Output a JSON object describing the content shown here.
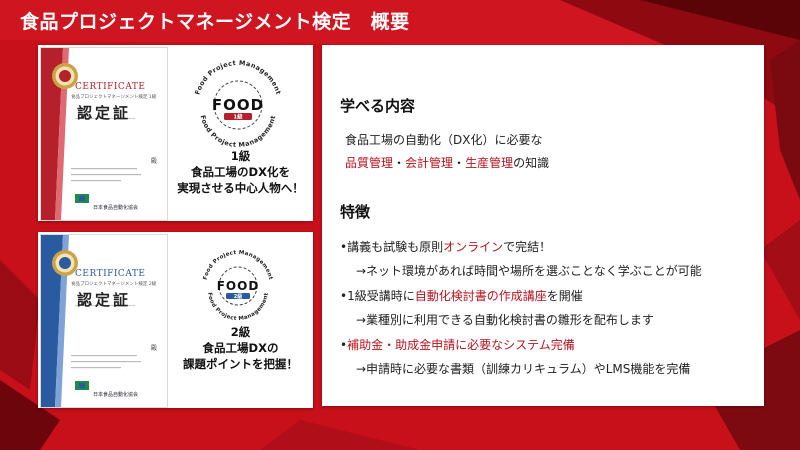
{
  "page": {
    "title": "食品プロジェクトマネージメント検定　概要"
  },
  "colors": {
    "brand_red": "#c8101a",
    "accent_text_red": "#b5141e",
    "cert_blue": "#2a5aa0"
  },
  "cards": [
    {
      "certificate": {
        "label": "CERTIFICATE",
        "subtitle": "食品プロジェクトマネージメント検定 1級",
        "heading": "認定証",
        "sama": "殿",
        "issuer": "日本食品自動化協会"
      },
      "logo": {
        "arc_top": "Food Project Management",
        "arc_bottom": "Food Project Management",
        "letters": "FOOD",
        "level": "1級"
      },
      "text_lines": [
        "1級",
        "食品工場のDX化を",
        "実現させる中心人物へ！"
      ]
    },
    {
      "certificate": {
        "label": "CERTIFICATE",
        "subtitle": "食品プロジェクトマネージメント検定 2級",
        "heading": "認定証",
        "sama": "殿",
        "issuer": "日本食品自動化協会"
      },
      "logo": {
        "arc_top": "Food Project Management",
        "arc_bottom": "Food Project Management",
        "letters": "FOOD",
        "level": "2級"
      },
      "text_lines": [
        "2級",
        "食品工場DXの",
        "課題ポイントを把握！"
      ]
    }
  ],
  "learn": {
    "heading": "学べる内容",
    "line1": "食品工場の自動化（DX化）に必要な",
    "line2": {
      "p1": "品質管理",
      "sep1": "・",
      "p2": "会計管理",
      "sep2": "・",
      "p3": "生産管理",
      "tail": "の知識"
    }
  },
  "features": {
    "heading": "特徴",
    "items": [
      {
        "pre": "•講義も試験も原則",
        "red": "オンライン",
        "post": "で完結！",
        "sub": "→ネット環境があれば時間や場所を選ぶことなく学ぶことが可能"
      },
      {
        "pre": "•1級受講時に",
        "red": "自動化検討書の作成講座",
        "post": "を開催",
        "sub": "→業種別に利用できる自動化検討書の雛形を配布します"
      },
      {
        "pre": "•",
        "red": "補助金・助成金申請に必要なシステム完備",
        "post": "",
        "sub": "→申請時に必要な書類（訓練カリキュラム）やLMS機能を完備"
      }
    ]
  }
}
